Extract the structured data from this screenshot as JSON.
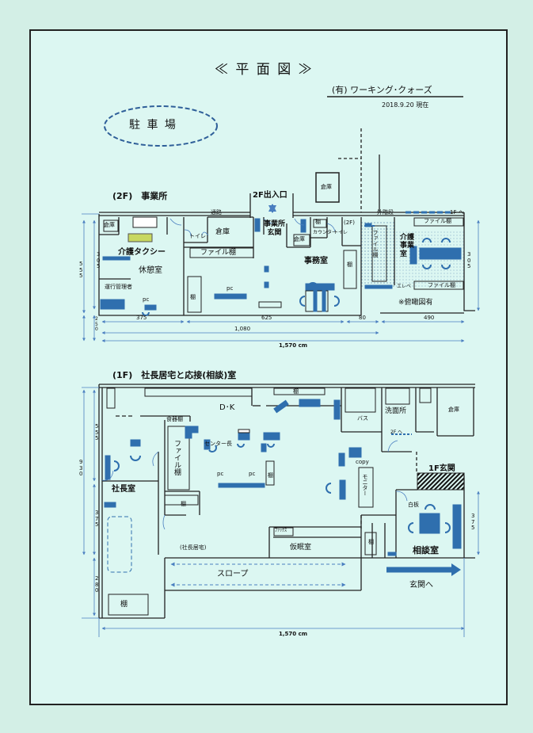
{
  "header": {
    "title": "≪ 平 面 図 ≫",
    "company": "(有) ワーキング･クォーズ",
    "date": "2018.9.20 現在"
  },
  "parking": "駐 車 場",
  "floor2": {
    "heading": "(2F)　事業所",
    "entrance_2f": "2F出入口",
    "storage_top": "倉庫",
    "corridor": "通路",
    "outer_stairs": "外階段",
    "to_1f": "1F へ",
    "storage_a": "倉庫",
    "toilet": "トイレ",
    "storage_b": "倉庫",
    "office_entrance": "事業所\n玄関",
    "storage_small": "倉庫",
    "shelf_small": "棚",
    "shelf_small2": "棚",
    "shelf": "棚",
    "counter": "カウンター",
    "toilet_small": "トイレ",
    "label_2f": "(2F)",
    "file_shelf": "ファイル棚",
    "file_shelf_v": "ファイル棚",
    "file_shelf_r": "ファイル棚",
    "file_shelf_r2": "ファイル棚",
    "care_taxi": "介護タクシー",
    "lounge": "休憩室",
    "manager": "運行管理者",
    "pc1": "pc",
    "pc2": "pc",
    "office_room": "事務室",
    "care_office": "介護\n事業\n室",
    "elev": "エレベ",
    "note": "※俯瞰図有",
    "dims_h": [
      "375",
      "625",
      "80",
      "490"
    ],
    "dim_total": "1,080",
    "dim_grand": "1,570 cm",
    "dims_v_left": [
      "3\n0\n5",
      "5\n5\n5",
      "2\n5\n0"
    ],
    "dims_v_right": "3\n0\n5"
  },
  "floor1": {
    "heading": "(1F)　社長居宅と応接(相談)室",
    "dk": "D･K",
    "shelf_top": "棚",
    "food_shelf": "食器棚",
    "file_shelf_v": "ファイル棚",
    "center_head": "センター長",
    "pc_a": "pc",
    "pc_b": "pc",
    "shelf_mid": "棚",
    "shelf_small": "棚",
    "copy": "copy",
    "monitor": "モニター",
    "bath": "バス",
    "washroom": "洗面所",
    "to_2f": "2F へ",
    "storage": "倉庫",
    "entrance_1f": "1F玄関",
    "whiteboard": "白板",
    "consult": "相談室",
    "president_room": "社長室",
    "president_home": "(社長居宅)",
    "fax": "ﾌｧｯｸｽ",
    "nap_room": "仮眠室",
    "shelf_bottom": "棚",
    "shelf_right": "棚",
    "slope": "スロープ",
    "to_entrance": "玄関へ",
    "dims_v_left": [
      "9\n3\n0",
      "5\n5\n5",
      "3\n7\n5",
      "2\n8\n0"
    ],
    "dims_v_right": "3\n7\n5",
    "dim_grand": "1,570 cm"
  },
  "colors": {
    "sheet": "#dcf7f2",
    "furniture": "#2f6fae",
    "dim": "#4a7fc0",
    "wall": "#222222"
  }
}
